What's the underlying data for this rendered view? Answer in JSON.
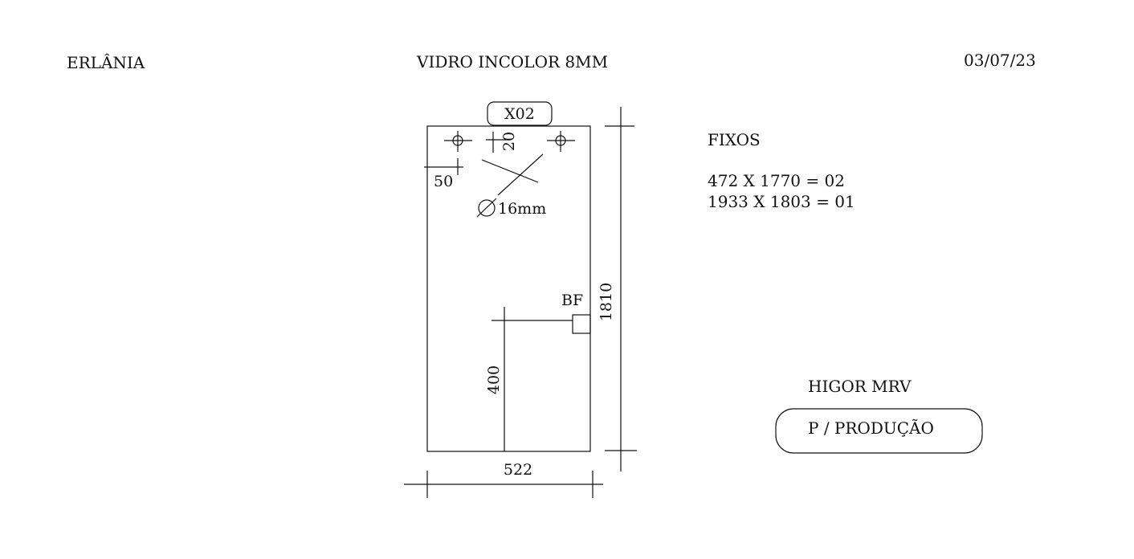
{
  "header": {
    "client": "ERLÂNIA",
    "material": "VIDRO INCOLOR 8MM",
    "date": "03/07/23"
  },
  "piece": {
    "tag": "X02",
    "hole_offset_top": "20",
    "hole_offset_side": "50",
    "hole_diameter": "16mm",
    "lock_label": "BF",
    "height": "1810",
    "width": "522",
    "lock_height": "400"
  },
  "fixed_panels": {
    "title": "FIXOS",
    "items": [
      "472 X 1770 = 02",
      "1933 X 1803 = 01"
    ]
  },
  "footer": {
    "customer": "HIGOR MRV",
    "status": "P / PRODUÇÃO"
  }
}
